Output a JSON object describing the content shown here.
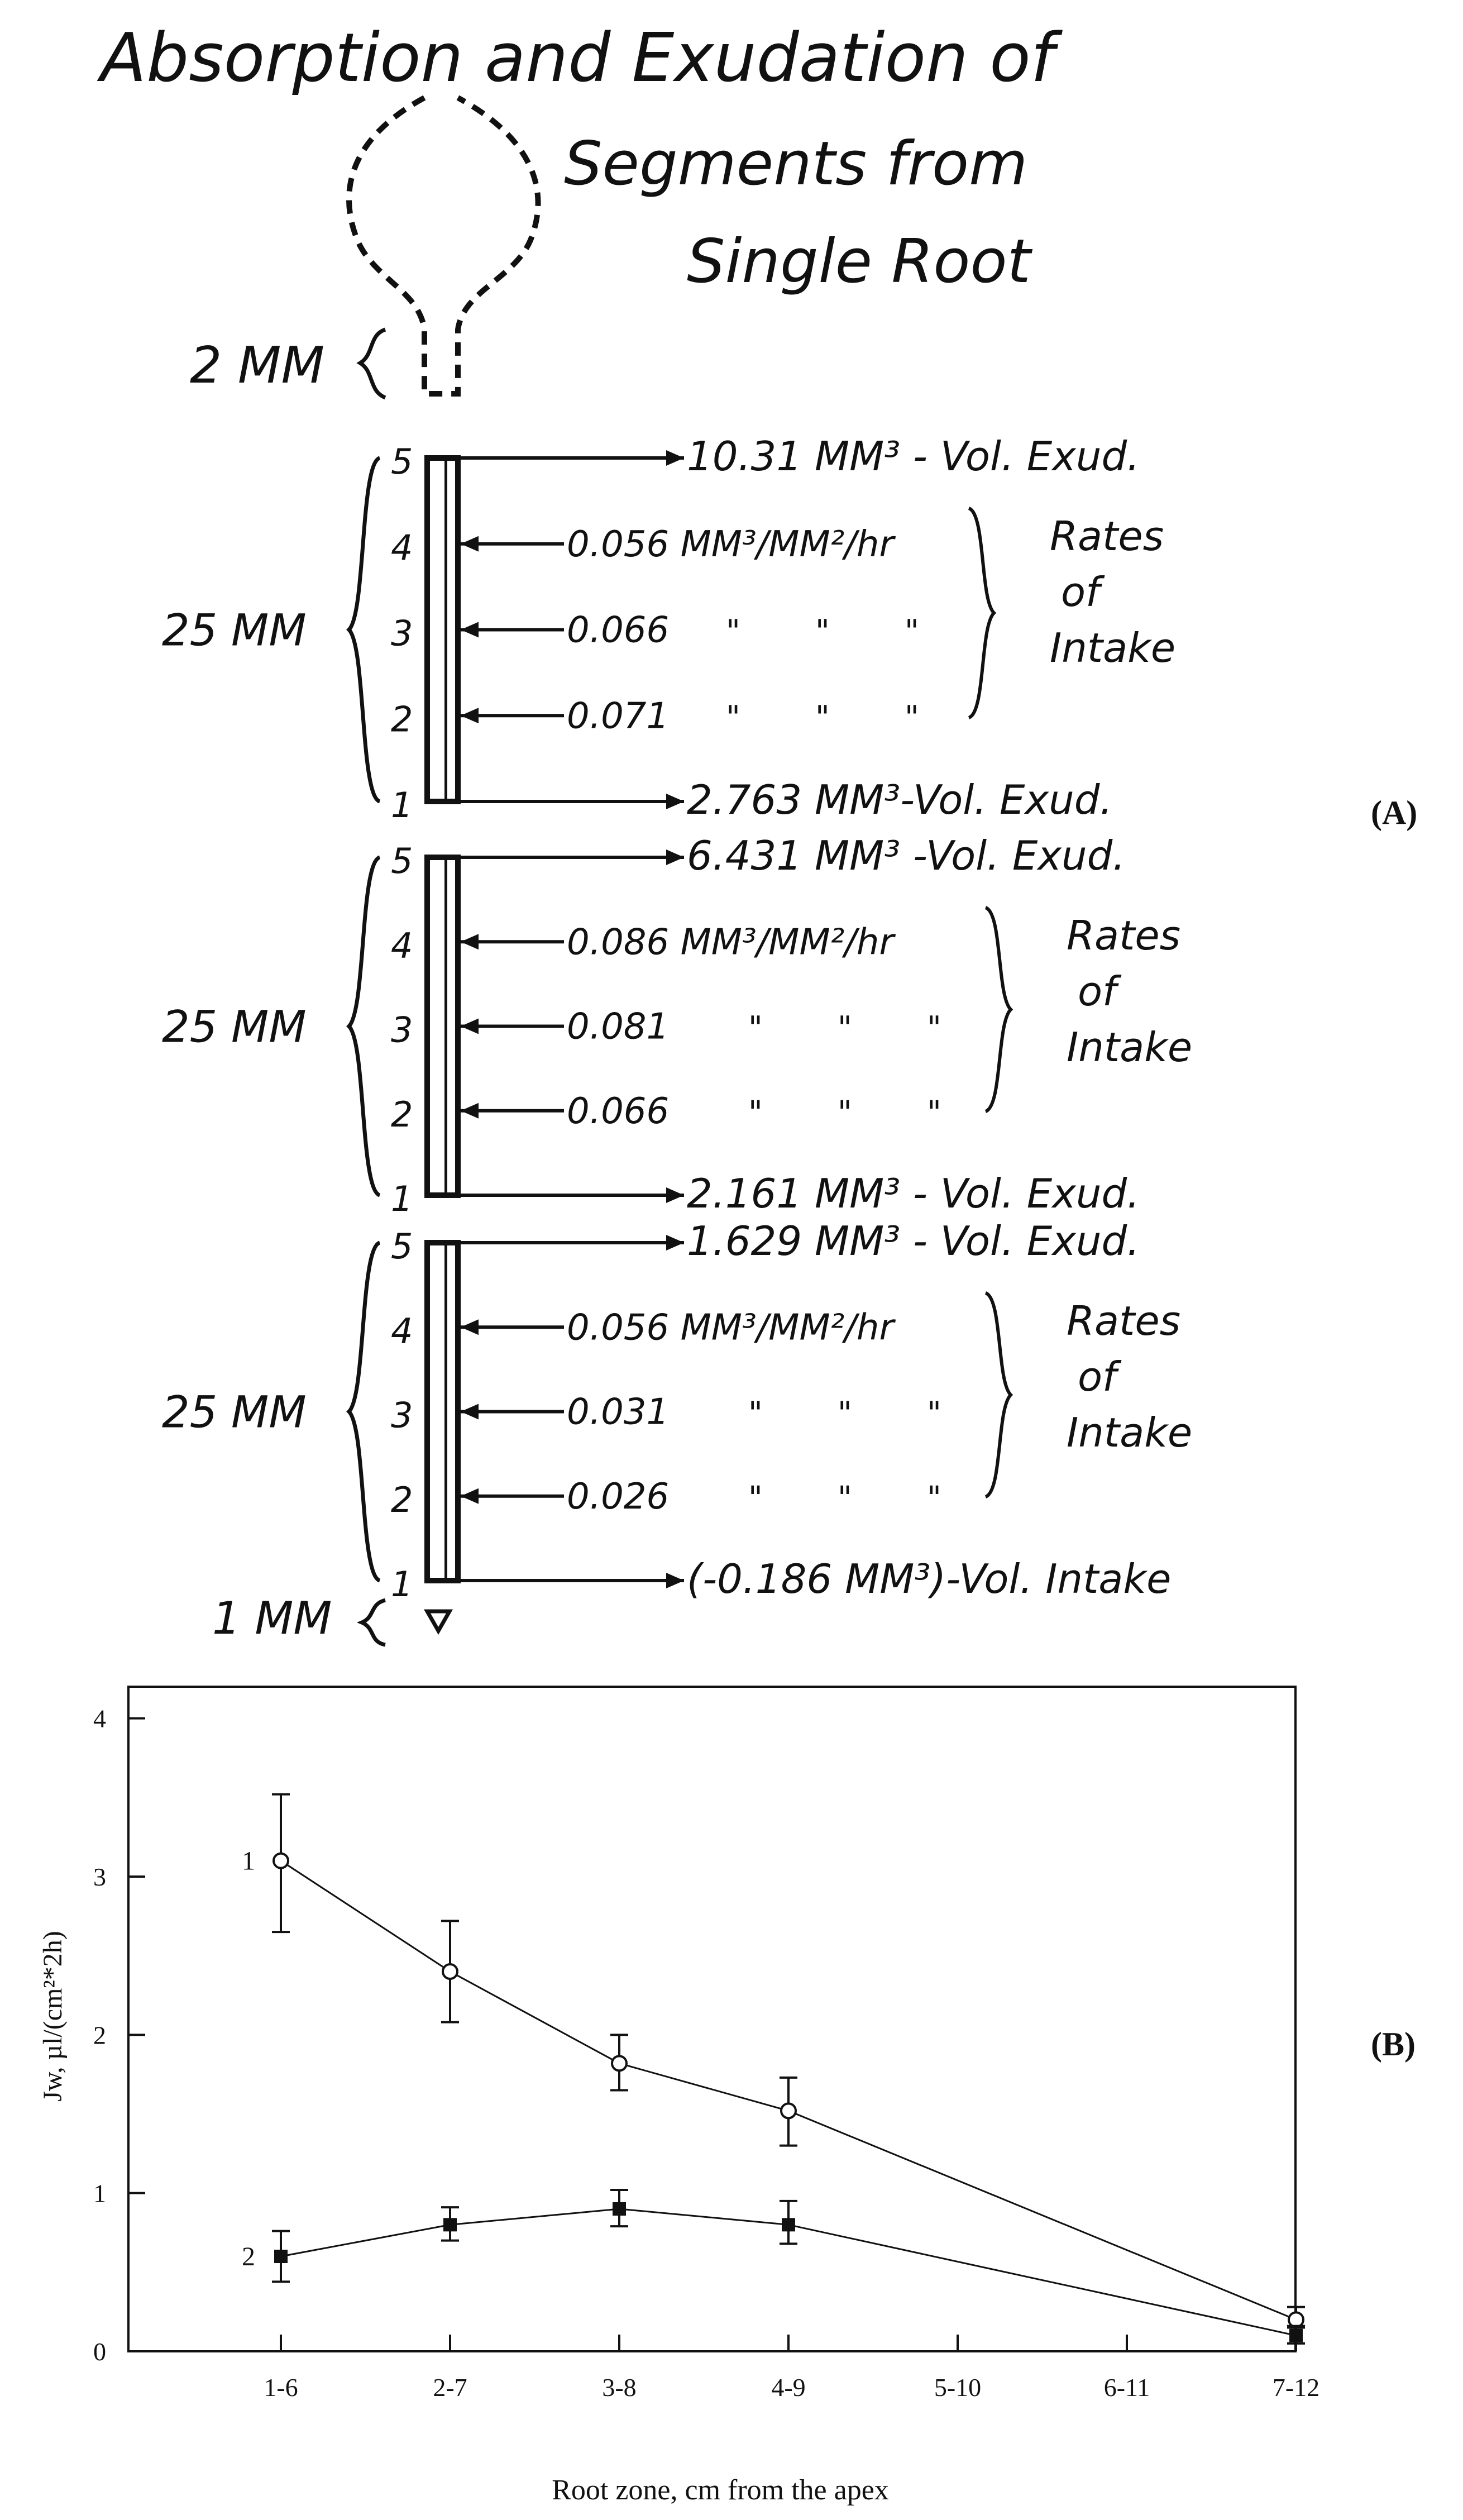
{
  "panel_a": {
    "label": "(A)",
    "title": [
      "Absorption and Exudation of",
      "Segments from",
      "Single Root"
    ],
    "top_segment_label": "2 MM",
    "tip_label": "1 MM",
    "segments": [
      {
        "length_label": "25 MM",
        "scale_numbers": [
          "5",
          "4",
          "3",
          "2",
          "1"
        ],
        "top_output": "10.31 MM³ - Vol. Exud.",
        "intake_rates": [
          "0.056 MM³/MM²/hr",
          "0.066",
          "0.071"
        ],
        "bottom_output": "2.763 MM³-Vol. Exud.",
        "rates_caption": [
          "Rates",
          "of",
          "Intake"
        ]
      },
      {
        "length_label": "25 MM",
        "scale_numbers": [
          "5",
          "4",
          "3",
          "2",
          "1"
        ],
        "top_output": "6.431 MM³ -Vol. Exud.",
        "intake_rates": [
          "0.086 MM³/MM²/hr",
          "0.081",
          "0.066"
        ],
        "bottom_output": "2.161 MM³ - Vol. Exud.",
        "rates_caption": [
          "Rates",
          "of",
          "Intake"
        ]
      },
      {
        "length_label": "25 MM",
        "scale_numbers": [
          "5",
          "4",
          "3",
          "2",
          "1"
        ],
        "top_output": "1.629 MM³ - Vol. Exud.",
        "intake_rates": [
          "0.056 MM³/MM²/hr",
          "0.031",
          "0.026"
        ],
        "bottom_output": "(-0.186 MM³)-Vol. Intake",
        "rates_caption": [
          "Rates",
          "of",
          "Intake"
        ]
      }
    ],
    "ditto_mark": "\""
  },
  "panel_b": {
    "label": "(B)",
    "chart_data": {
      "type": "line",
      "title": "",
      "xlabel": "Root zone, cm from the apex",
      "ylabel": "Jw, µl/(cm²*2h)",
      "categories": [
        "1-6",
        "2-7",
        "3-8",
        "4-9",
        "5-10",
        "6-11",
        "7-12"
      ],
      "ylim": [
        0,
        4.2
      ],
      "yticks": [
        0,
        1,
        2,
        3,
        4
      ],
      "grid": false,
      "series": [
        {
          "name": "1",
          "marker": "open-circle",
          "x": [
            "1-6",
            "2-7",
            "3-8",
            "4-9",
            "7-12"
          ],
          "values": [
            3.1,
            2.4,
            1.82,
            1.52,
            0.2
          ],
          "error_low": [
            2.65,
            2.08,
            1.65,
            1.3,
            0.15
          ],
          "error_high": [
            3.52,
            2.72,
            2.0,
            1.73,
            0.28
          ]
        },
        {
          "name": "2",
          "marker": "filled-square",
          "x": [
            "1-6",
            "2-7",
            "3-8",
            "4-9",
            "7-12"
          ],
          "values": [
            0.6,
            0.8,
            0.9,
            0.8,
            0.1
          ],
          "error_low": [
            0.44,
            0.7,
            0.79,
            0.68,
            0.05
          ],
          "error_high": [
            0.76,
            0.91,
            1.02,
            0.95,
            0.16
          ]
        }
      ]
    }
  }
}
